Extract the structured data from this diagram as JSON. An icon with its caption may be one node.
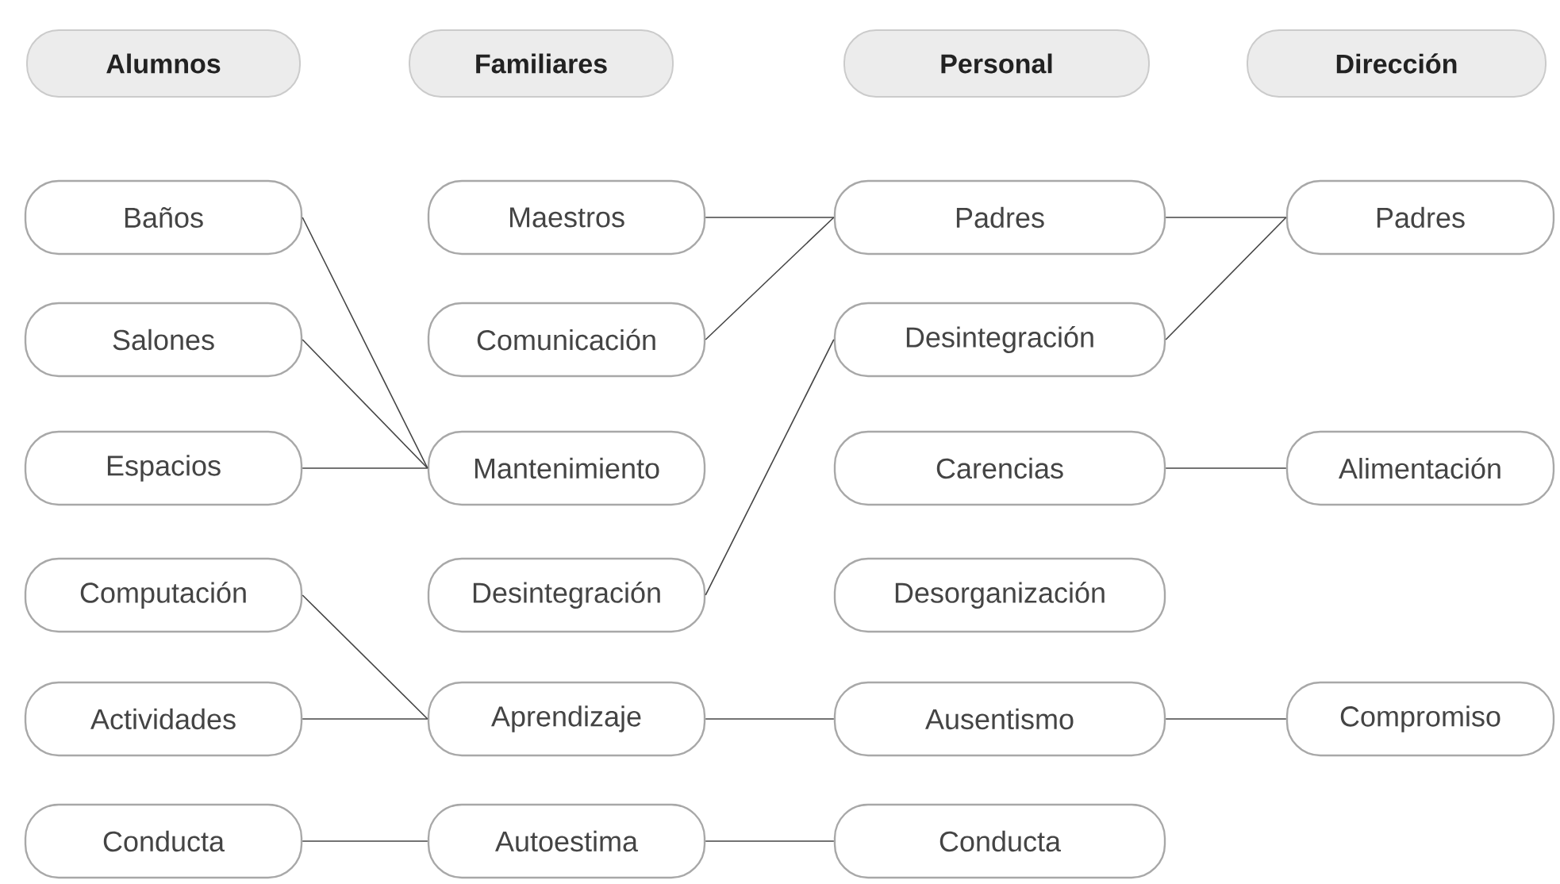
{
  "diagram": {
    "nodes": [
      {
        "text": [
          "Alumnos"
        ]
      },
      {
        "text": [
          "Familiares"
        ]
      },
      {
        "text": [
          "Personal"
        ]
      },
      {
        "text": [
          "Dirección"
        ]
      },
      {
        "text": [
          "Baños"
        ]
      },
      {
        "text": [
          "Maestros"
        ]
      },
      {
        "text": [
          "Padres"
        ]
      },
      {
        "text": [
          "Padres"
        ]
      },
      {
        "text": [
          "Salones"
        ]
      },
      {
        "text": [
          "Comunicación"
        ]
      },
      {
        "text": [
          "Desintegración"
        ]
      },
      {
        "text": [
          "Espacios"
        ]
      },
      {
        "text": [
          "Mantenimiento"
        ]
      },
      {
        "text": [
          "Carencias"
        ]
      },
      {
        "text": [
          "Alimentación"
        ]
      },
      {
        "text": [
          "Computación"
        ]
      },
      {
        "text": [
          "Desintegración"
        ]
      },
      {
        "text": [
          "Desorganización"
        ]
      },
      {
        "text": [
          "Actividades"
        ]
      },
      {
        "text": [
          "Aprendizaje"
        ]
      },
      {
        "text": [
          "Ausentismo"
        ]
      },
      {
        "text": [
          "Compromiso"
        ]
      },
      {
        "text": [
          "Conducta"
        ]
      },
      {
        "text": [
          "Autoestima"
        ]
      },
      {
        "text": [
          "Conducta"
        ]
      }
    ],
    "edges": [
      {
        "from": 4,
        "to": 12,
        "arrow": "none"
      },
      {
        "from": 8,
        "to": 12,
        "arrow": "none"
      },
      {
        "from": 11,
        "to": 12,
        "arrow": "none"
      },
      {
        "from": 5,
        "to": 6,
        "arrow": "none"
      },
      {
        "from": 9,
        "to": 6,
        "arrow": "none"
      },
      {
        "from": 6,
        "to": 7,
        "arrow": "none"
      },
      {
        "from": 10,
        "to": 7,
        "arrow": "none"
      },
      {
        "from": 16,
        "to": 10,
        "arrow": "none"
      },
      {
        "from": 13,
        "to": 14,
        "arrow": "none"
      },
      {
        "from": 15,
        "to": 19,
        "arrow": "none"
      },
      {
        "from": 18,
        "to": 19,
        "arrow": "none"
      },
      {
        "from": 19,
        "to": 20,
        "arrow": "none"
      },
      {
        "from": 20,
        "to": 21,
        "arrow": "none"
      },
      {
        "from": 22,
        "to": 23,
        "arrow": "none"
      },
      {
        "from": 23,
        "to": 24,
        "arrow": "none"
      }
    ]
  }
}
